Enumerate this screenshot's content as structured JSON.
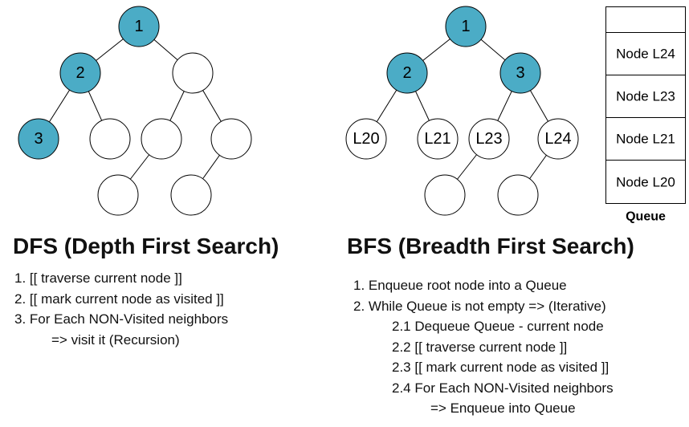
{
  "dfs": {
    "title": "DFS (Depth First Search)",
    "steps": [
      "1. [[ traverse current node ]]",
      "2. [[ mark current node as visited ]]",
      "3. For Each NON-Visited neighbors",
      "=> visit it (Recursion)"
    ],
    "node_labels": [
      "1",
      "2",
      "3"
    ]
  },
  "bfs": {
    "title": "BFS (Breadth First Search)",
    "steps": [
      "1.  Enqueue root node into a Queue",
      "2.  While Queue is not empty => (Iterative)",
      "2.1 Dequeue Queue - current node",
      "2.2 [[ traverse current node ]]",
      "2.3 [[ mark current node as visited ]]",
      "2.4 For Each NON-Visited neighbors",
      "=> Enqueue into Queue"
    ],
    "node_labels": [
      "1",
      "2",
      "3",
      "L20",
      "L21",
      "L23",
      "L24"
    ]
  },
  "queue": {
    "title": "Queue",
    "cells": [
      "",
      "Node L24",
      "Node L23",
      "Node L21",
      "Node L20"
    ]
  },
  "colors": {
    "visited_fill": "#4BACC6",
    "node_stroke": "#000000",
    "unvisited_fill": "#ffffff"
  }
}
